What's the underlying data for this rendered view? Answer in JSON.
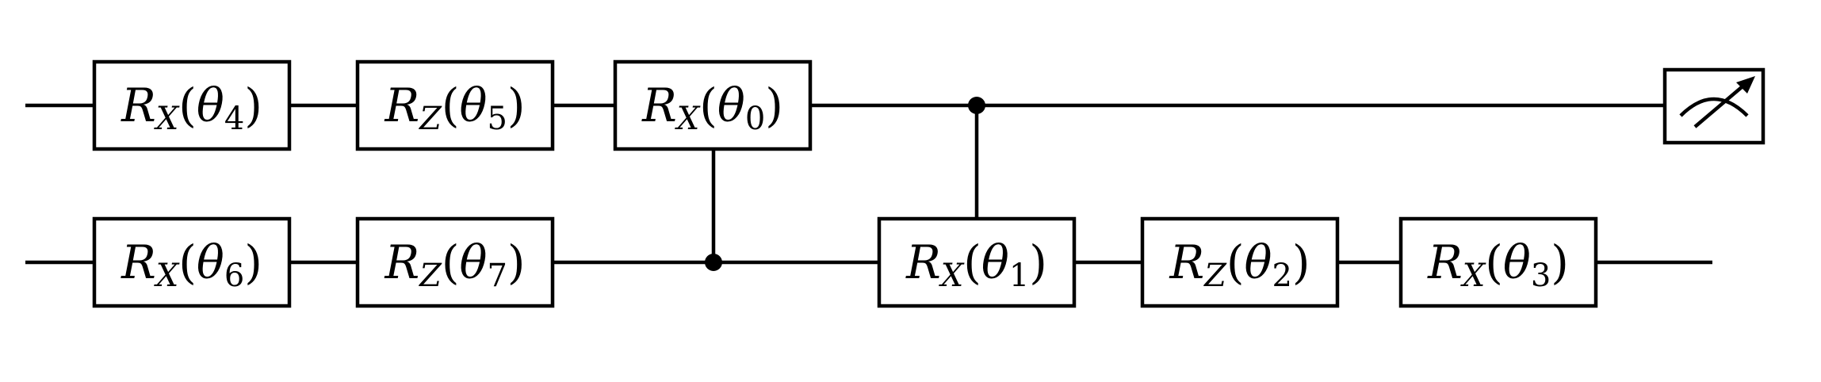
{
  "circuit": {
    "qubits": 2,
    "gates": [
      {
        "id": "g1",
        "op": "R",
        "axis": "X",
        "param": "4",
        "qubit": 0
      },
      {
        "id": "g2",
        "op": "R",
        "axis": "Z",
        "param": "5",
        "qubit": 0
      },
      {
        "id": "g3",
        "op": "R",
        "axis": "X",
        "param": "0",
        "qubit": 0
      },
      {
        "id": "g4",
        "op": "R",
        "axis": "X",
        "param": "6",
        "qubit": 1
      },
      {
        "id": "g5",
        "op": "R",
        "axis": "Z",
        "param": "7",
        "qubit": 1
      },
      {
        "id": "g6",
        "op": "R",
        "axis": "X",
        "param": "1",
        "qubit": 1
      },
      {
        "id": "g7",
        "op": "R",
        "axis": "Z",
        "param": "2",
        "qubit": 1
      },
      {
        "id": "g8",
        "op": "R",
        "axis": "X",
        "param": "3",
        "qubit": 1
      }
    ],
    "controls": [
      {
        "control_qubit": 1,
        "target_gate": "g3"
      },
      {
        "control_qubit": 0,
        "target_gate": "g6"
      }
    ],
    "measurements": [
      {
        "qubit": 0,
        "icon": "meter-icon"
      }
    ]
  },
  "symbols": {
    "rotation": "R",
    "theta": "θ",
    "open_paren": "(",
    "close_paren": ")"
  }
}
